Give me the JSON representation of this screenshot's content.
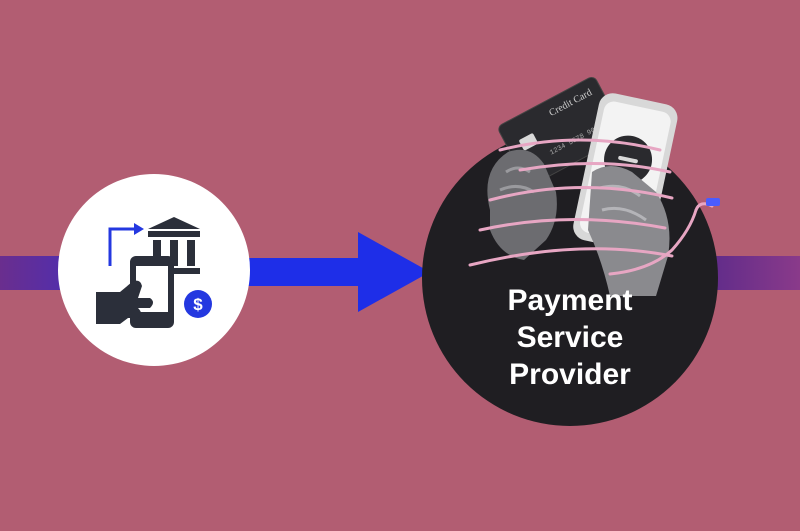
{
  "provider": {
    "label_lines": [
      "Payment",
      "Service",
      "Provider"
    ]
  },
  "card": {
    "text": "Credit Card"
  },
  "icons": {
    "left": "mobile-bank-payment-icon",
    "photo": "hands-card-phone-photo",
    "arrow": "right-arrow"
  },
  "colors": {
    "background": "#b25d72",
    "arrow": "#1e2ee8",
    "circle_dark": "#1f1e22",
    "circle_light": "#ffffff",
    "icon_blue": "#2438e0",
    "icon_dark": "#2b2f3a",
    "wire_pink": "#e7a6c3"
  }
}
